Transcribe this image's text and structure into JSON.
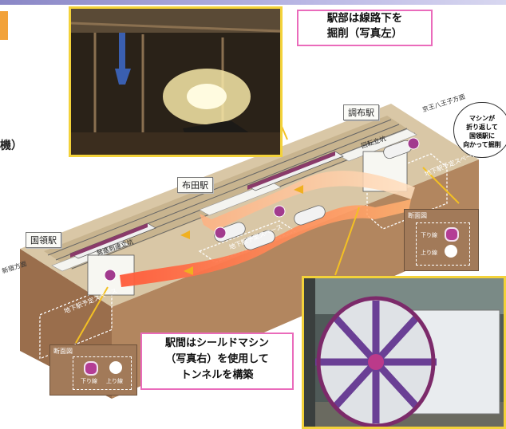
{
  "callouts": {
    "top": [
      "駅部は線路下を",
      "掘削（写真左）"
    ],
    "bottom": [
      "駅間はシールドマシン",
      "（写真右）を使用して",
      "トンネルを構築"
    ]
  },
  "left_fragment": "機）",
  "stations": {
    "kokuryo": "国領駅",
    "fuda": "布田駅",
    "chofu": "調布駅"
  },
  "direction": {
    "hachioji": "京王八王子方面",
    "shinjuku": "新宿方面"
  },
  "bubble": [
    "マシンが",
    "折り返して",
    "国領駅に",
    "向かって掘削"
  ],
  "shafts": {
    "start": "発進到達立坑",
    "turn": "回転立坑"
  },
  "space_label": "地下駅予定スペース",
  "cross_section": {
    "title": "断面図",
    "down_line": "下り線",
    "up_line": "上り線"
  },
  "colors": {
    "callout_border": "#ea6bbb",
    "photo_border": "#f3d23a",
    "ground": "#a27a59",
    "tunnel_arrow": "#ff8040"
  }
}
